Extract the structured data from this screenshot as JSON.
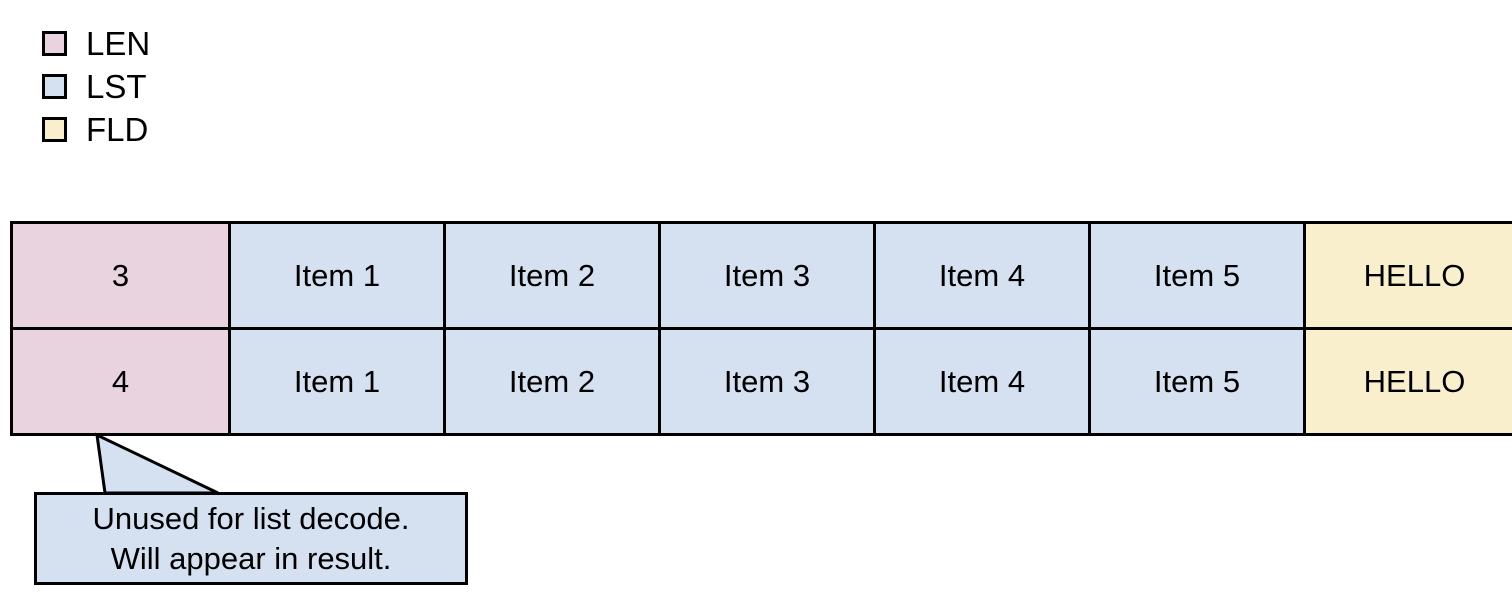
{
  "colors": {
    "len": "#E8D3DE",
    "lst": "#D5E0F0",
    "fld": "#FAEFCD",
    "border": "#000000",
    "background": "#FFFFFF"
  },
  "legend": {
    "items": [
      {
        "label": "LEN",
        "swatch": "len-swatch",
        "color": "#E8D3DE"
      },
      {
        "label": "LST",
        "swatch": "lst-swatch",
        "color": "#D5E0F0"
      },
      {
        "label": "FLD",
        "swatch": "fld-swatch",
        "color": "#FAEFCD"
      }
    ]
  },
  "table": {
    "rows": [
      {
        "len": "3",
        "list": [
          "Item 1",
          "Item 2",
          "Item 3",
          "Item 4",
          "Item 5"
        ],
        "fld": "HELLO"
      },
      {
        "len": "4",
        "list": [
          "Item 1",
          "Item 2",
          "Item 3",
          "Item 4",
          "Item 5"
        ],
        "fld": "HELLO"
      }
    ]
  },
  "callout": {
    "line1": "Unused for list decode.",
    "line2": "Will appear in result.",
    "target_row": 2,
    "target_column": "len"
  }
}
